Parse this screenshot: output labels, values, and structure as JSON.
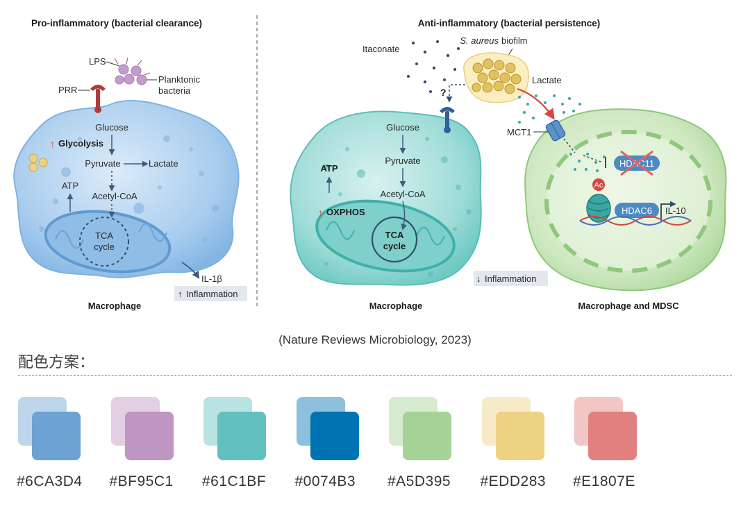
{
  "left_panel": {
    "title": "Pro-inflammatory (bacterial clearance)",
    "lps": "LPS",
    "planktonic_1": "Planktonic",
    "planktonic_2": "bacteria",
    "prr": "PRR",
    "glucose": "Glucose",
    "glycolysis": "Glycolysis",
    "pyruvate": "Pyruvate",
    "lactate": "Lactate",
    "atp": "ATP",
    "acetyl_coa": "Acetyl-CoA",
    "tca_1": "TCA",
    "tca_2": "cycle",
    "il1b": "IL-1β",
    "inflammation": "Inflammation",
    "cell_label": "Macrophage"
  },
  "right_panel": {
    "title": "Anti-inflammatory (bacterial persistence)",
    "itaconate": "Itaconate",
    "biofilm_species": "S. aureus",
    "biofilm_word": "biofilm",
    "question": "?",
    "lactate": "Lactate",
    "mct1": "MCT1",
    "glucose": "Glucose",
    "pyruvate": "Pyruvate",
    "acetyl_coa": "Acetyl-CoA",
    "atp": "ATP",
    "oxphos": "OXPHOS",
    "tca_1": "TCA",
    "tca_2": "cycle",
    "inflammation": "Inflammation",
    "hdac11": "HDAC11",
    "ac": "Ac",
    "hdac6": "HDAC6",
    "il10": "IL-10",
    "cell_label_1": "Macrophage",
    "cell_label_2": "Macrophage and MDSC"
  },
  "caption": "(Nature Reviews Microbiology, 2023)",
  "scheme_title": "配色方案：",
  "palette": [
    {
      "hex": "#6CA3D4",
      "label": "#6CA3D4"
    },
    {
      "hex": "#BF95C1",
      "label": "#BF95C1"
    },
    {
      "hex": "#61C1BF",
      "label": "#61C1BF"
    },
    {
      "hex": "#0074B3",
      "label": "#0074B3"
    },
    {
      "hex": "#A5D395",
      "label": "#A5D395"
    },
    {
      "hex": "#EDD283",
      "label": "#EDD283"
    },
    {
      "hex": "#E1807E",
      "label": "#E1807E"
    }
  ],
  "icons": [
    "up-arrow-icon",
    "down-arrow-icon",
    "receptor-icon",
    "transporter-icon",
    "dna-icon",
    "nucleosome-icon"
  ]
}
